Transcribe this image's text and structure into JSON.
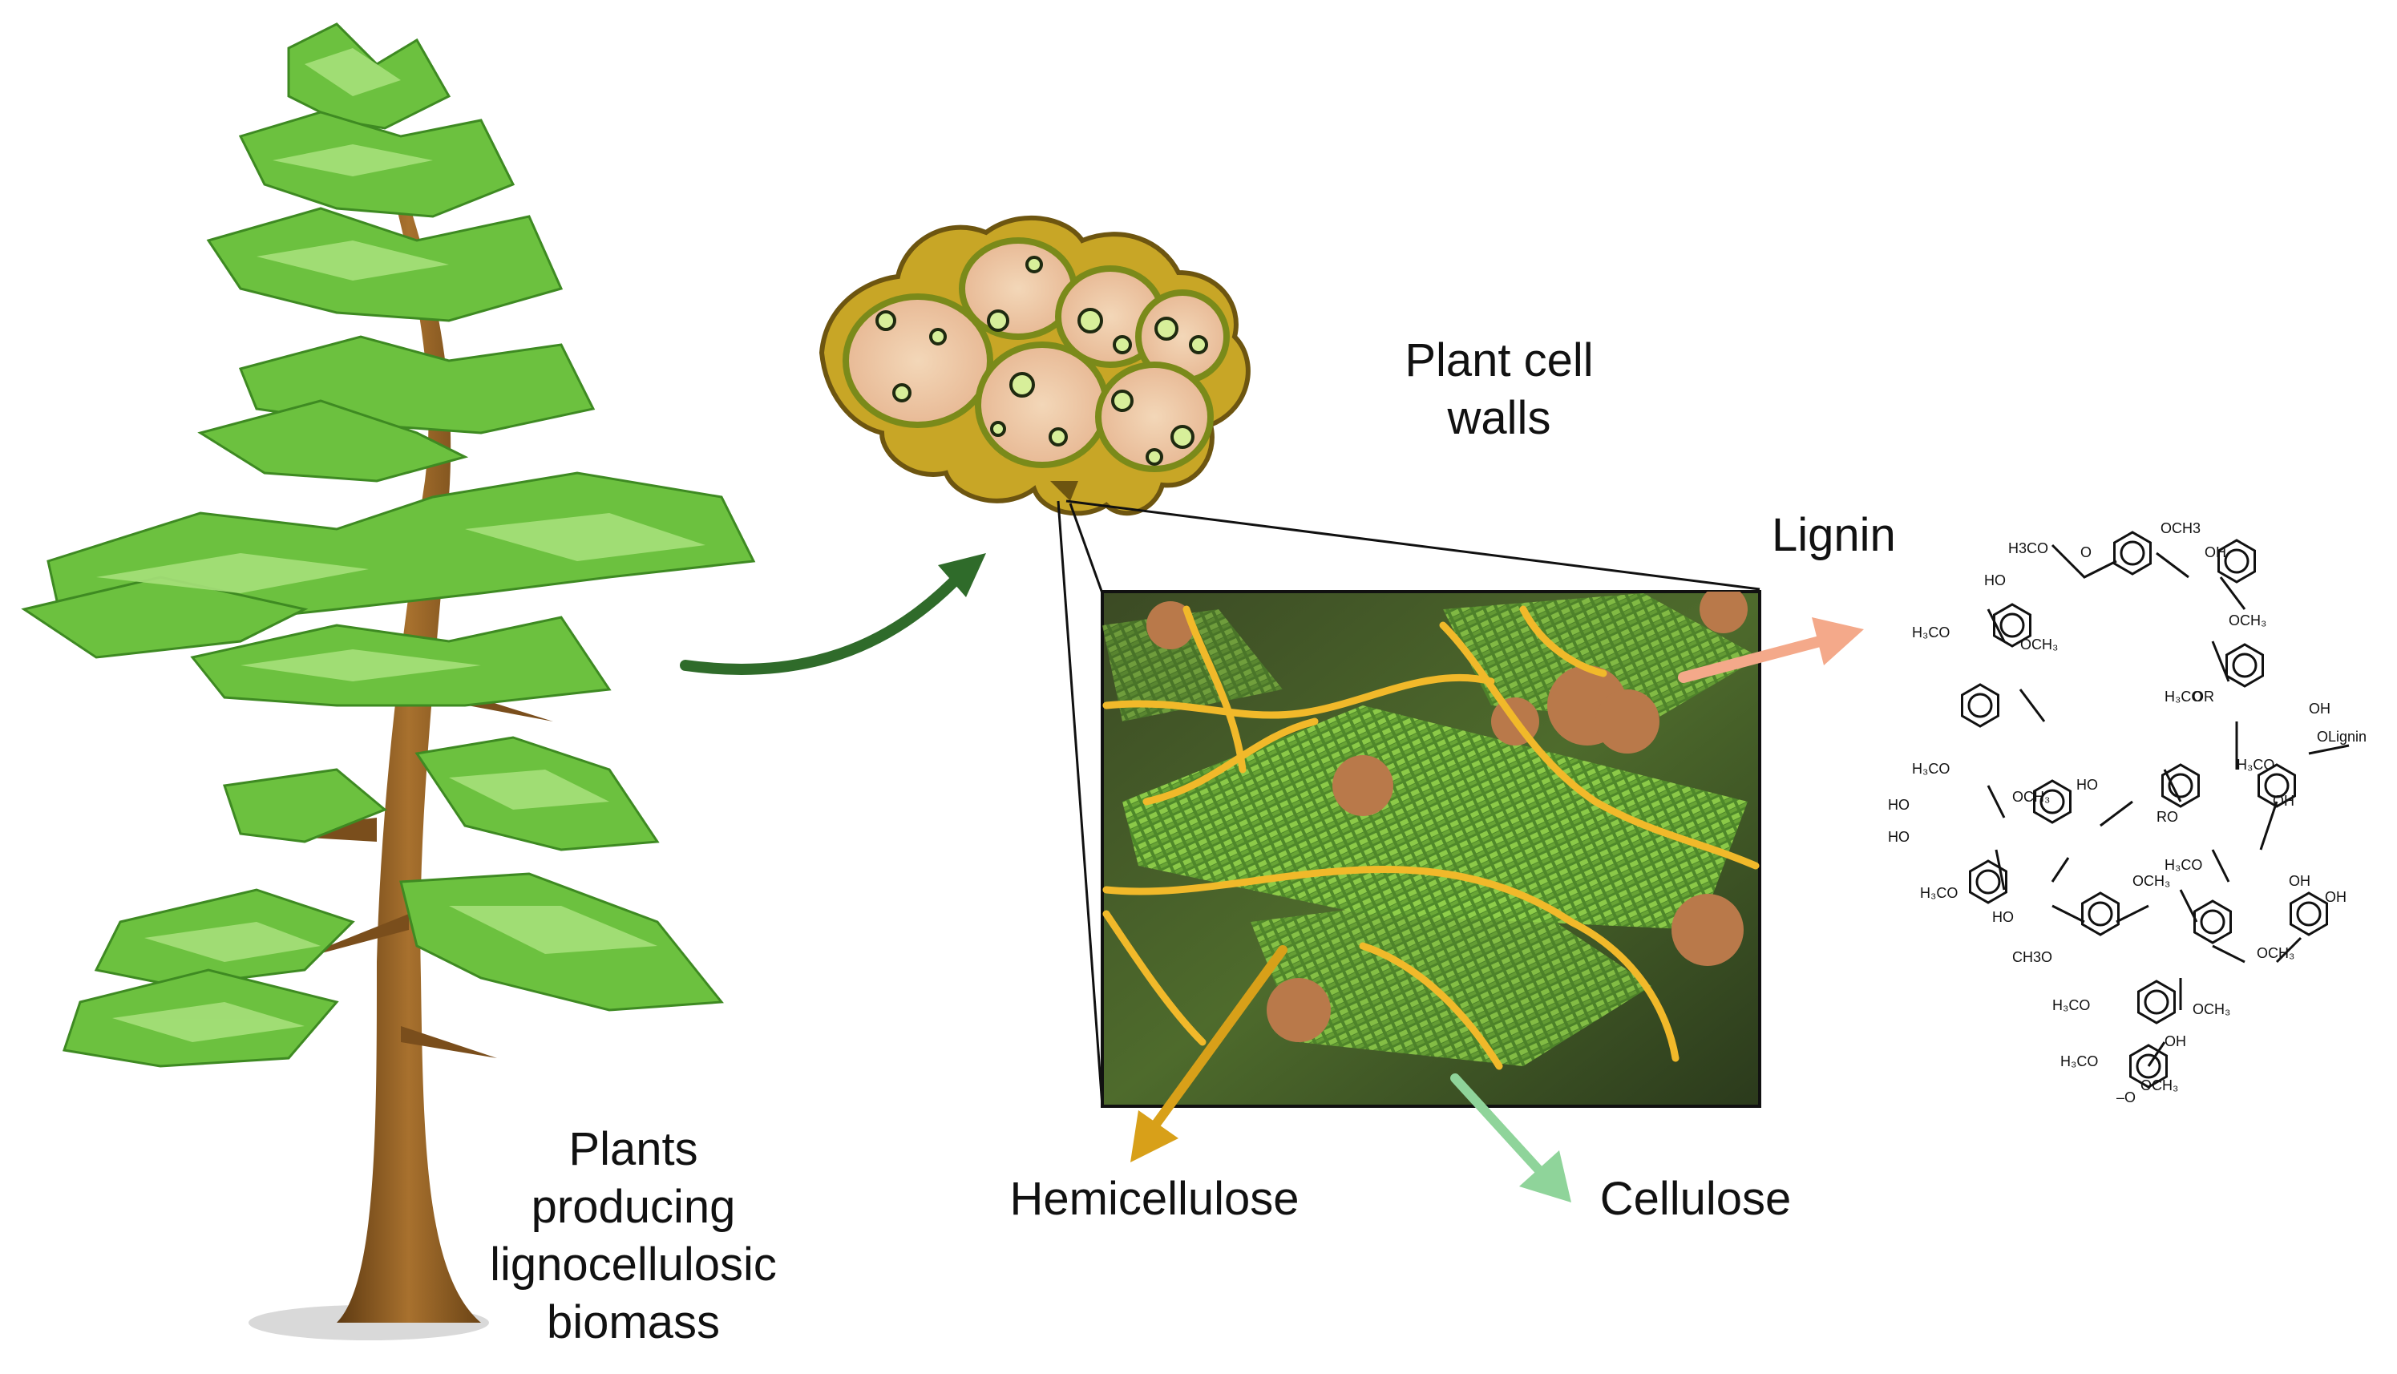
{
  "labels": {
    "plants": [
      "Plants",
      "producing",
      "lignocellulosic",
      "biomass"
    ],
    "cell_walls": [
      "Plant cell",
      "walls"
    ],
    "lignin": "Lignin",
    "hemicellulose": "Hemicellulose",
    "cellulose": "Cellulose"
  },
  "lignin_structure": {
    "groups": [
      "H3CO",
      "OCH3",
      "OH",
      "HO",
      "O",
      "RO",
      "OR",
      "OLignin",
      "CH3O",
      "–O"
    ]
  },
  "colors": {
    "foliage": "#6cc13f",
    "foliage_light": "#a6e07a",
    "trunk": "#8a5a22",
    "arrow_tree_to_cell": "#2f6b2a",
    "arrow_lignin": "#f4a98a",
    "arrow_hemicellulose": "#d8a019",
    "arrow_cellulose": "#8fd49a",
    "cell_wall": "#c8a626",
    "cell_interior": "#efc9a8"
  }
}
